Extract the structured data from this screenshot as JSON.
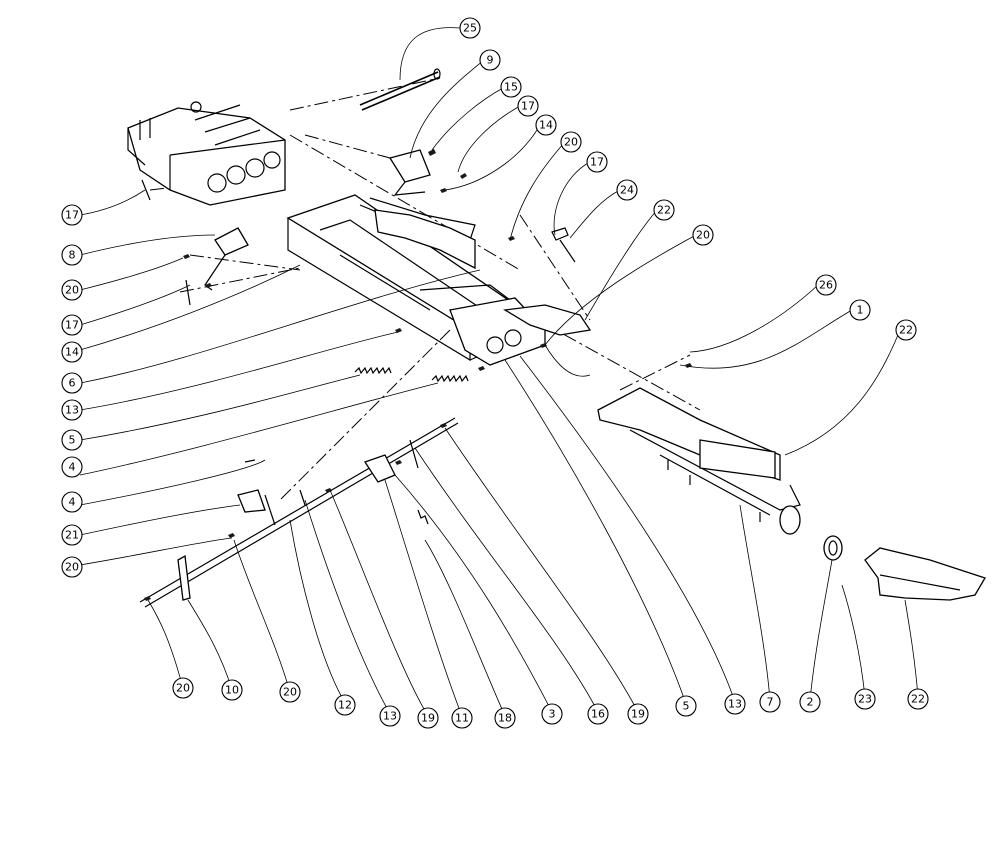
{
  "diagram": {
    "callout_numbers": [
      "25",
      "9",
      "15",
      "17",
      "14",
      "20",
      "17",
      "24",
      "22",
      "20",
      "26",
      "1",
      "22",
      "17",
      "8",
      "20",
      "17",
      "14",
      "6",
      "13",
      "5",
      "4",
      "4",
      "21",
      "20",
      "20",
      "10",
      "20",
      "12",
      "13",
      "19",
      "11",
      "18",
      "3",
      "16",
      "19",
      "5",
      "13",
      "7",
      "2",
      "23",
      "22"
    ]
  }
}
